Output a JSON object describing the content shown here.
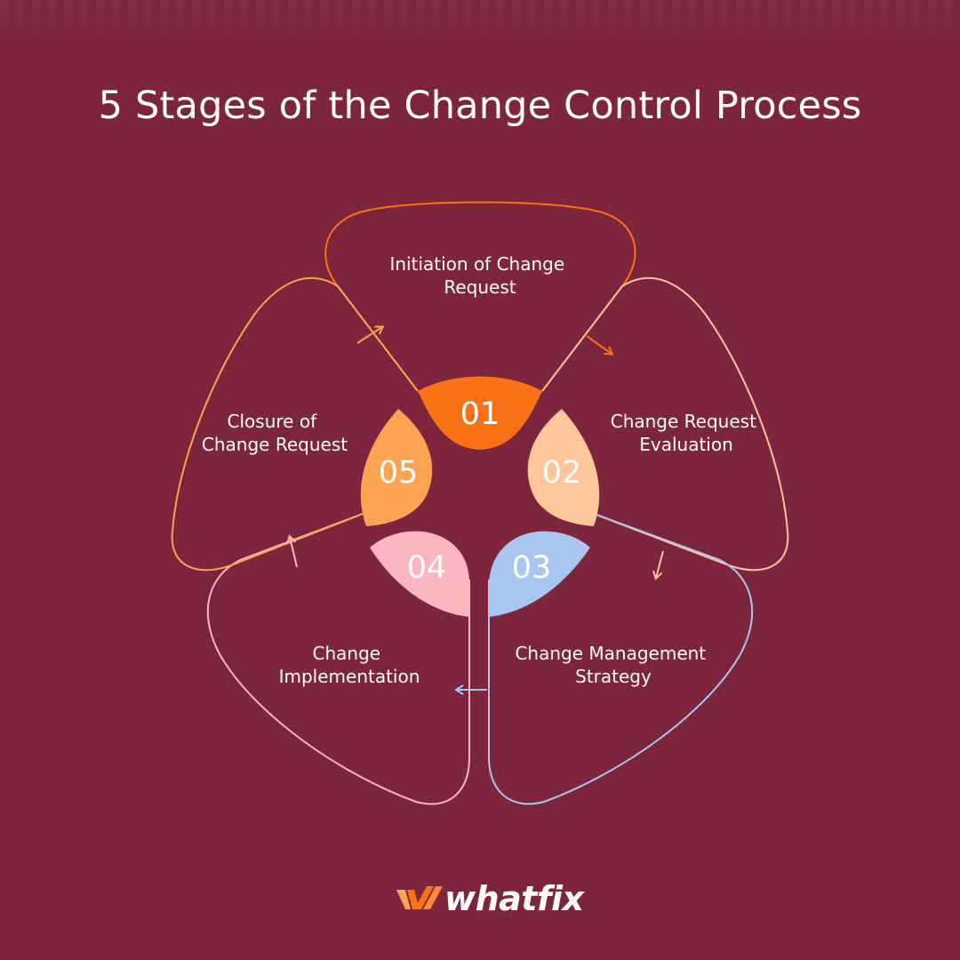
{
  "title": "5 Stages of the Change Control Process",
  "stages": [
    {
      "number": "01",
      "label_lines": [
        "Initiation of Change",
        "Request"
      ],
      "color": "#f97316"
    },
    {
      "number": "02",
      "label_lines": [
        "Change Request",
        "Evaluation"
      ],
      "color": "#fdc69b"
    },
    {
      "number": "03",
      "label_lines": [
        "Change Management",
        "Strategy"
      ],
      "color": "#a8c6f0"
    },
    {
      "number": "04",
      "label_lines": [
        "Change",
        "Implementation"
      ],
      "color": "#fbb6c0"
    },
    {
      "number": "05",
      "label_lines": [
        "Closure of",
        "Change Request"
      ],
      "color": "#fba352"
    }
  ],
  "colors": {
    "background": "#7d253d",
    "text": "#ffffff",
    "logo_accent": "#f97316"
  },
  "logo": {
    "text": "whatfix"
  }
}
